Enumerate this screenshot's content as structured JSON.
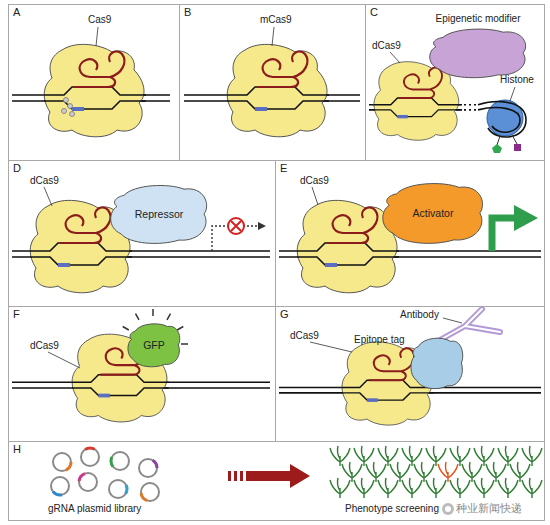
{
  "diagram": {
    "nodes": [
      {
        "text": [
          "A"
        ]
      },
      {
        "text": [
          "B"
        ]
      },
      {
        "text": [
          "C"
        ]
      },
      {
        "text": [
          "Epigenetic modifier"
        ],
        "in": 2
      },
      {
        "text": [
          "D"
        ]
      },
      {
        "text": [
          "Repressor"
        ],
        "in": 4
      },
      {
        "text": [
          "E"
        ]
      },
      {
        "text": [
          "Activator"
        ],
        "in": 6
      },
      {
        "text": [
          "F"
        ]
      },
      {
        "text": [
          "GFP"
        ],
        "in": 8
      },
      {
        "text": [
          "G"
        ]
      },
      {
        "text": [
          "Epitope tag"
        ],
        "in": 10
      },
      {
        "text": [
          "H"
        ]
      }
    ],
    "labels": [
      "Cas9",
      "mCas9",
      "dCas9",
      "Histone",
      "dCas9",
      "dCas9",
      "dCas9",
      "Antibody",
      "dCas9",
      "gRNA plasmid library",
      "Phenotype screening",
      "种业新闻快递"
    ]
  }
}
